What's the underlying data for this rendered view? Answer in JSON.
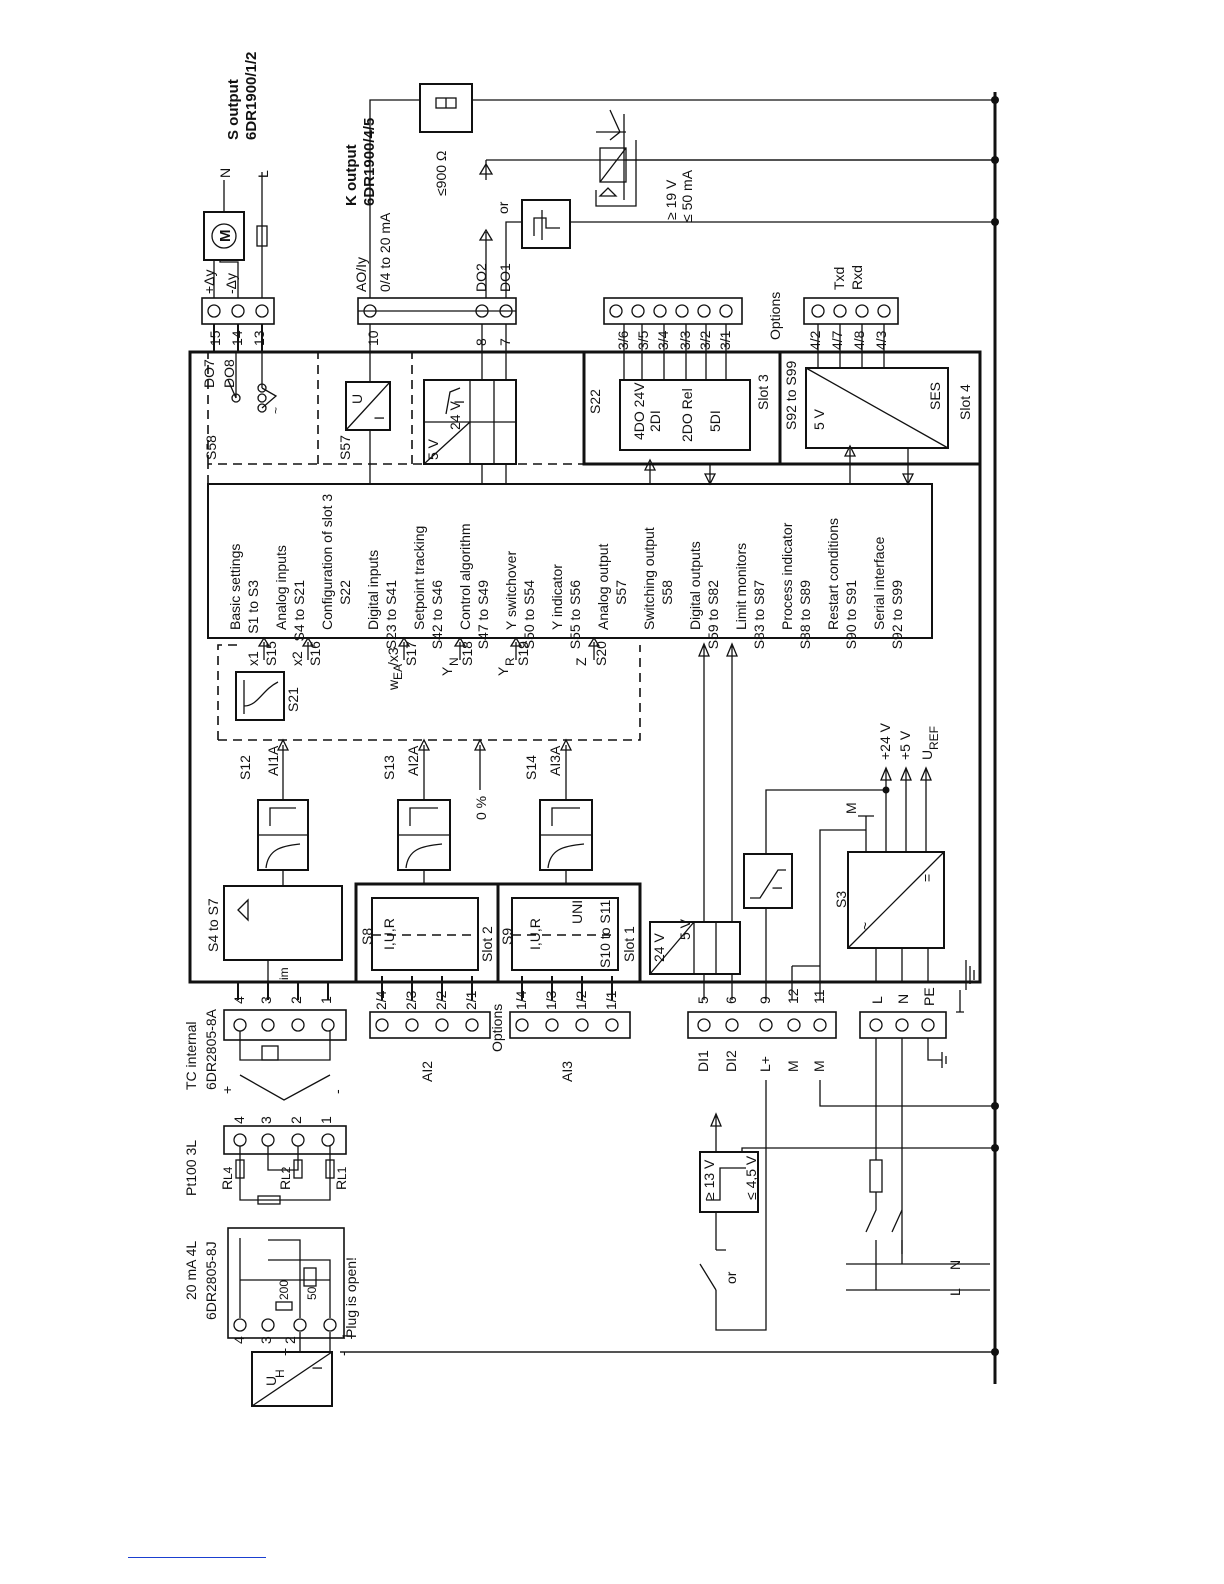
{
  "diagram": {
    "inputs": {
      "ma_4l_title": "20 mA 4L",
      "ma_4l_part": "6DR2805-8J",
      "ma_4l_note": "Plug is open!",
      "ma_4l_r200": "200",
      "ma_4l_r50": "50",
      "uh_label": "U",
      "uh_sub": "H",
      "pt100_title": "Pt100 3L",
      "rl4": "R",
      "rl4_sub": "L4",
      "rl2": "R",
      "rl2_sub": "L2",
      "rl1": "R",
      "rl1_sub": "L1",
      "tc_title": "TC internal",
      "tc_part": "6DR2805-8A",
      "term_4": "4",
      "term_3": "3",
      "term_2": "2",
      "term_1": "1",
      "plus": "+",
      "minus": "-",
      "ai2": "AI2",
      "ai3": "AI3",
      "options": "Options",
      "ai2_terms": [
        "2/4",
        "2/3",
        "2/2",
        "2/1"
      ],
      "ai3_terms": [
        "1/4",
        "1/3",
        "1/2",
        "1/1"
      ]
    },
    "analog": {
      "s4_s7": "S4 to S7",
      "im": "im",
      "s8": "S8",
      "s9": "S9",
      "iur": "I,U,R",
      "uni": "UNI",
      "s10_s11": "S10 to S11",
      "slot2": "Slot 2",
      "slot1": "Slot 1",
      "s12": "S12",
      "s13": "S13",
      "s14": "S14",
      "ai1a": "AI1A",
      "ai2a": "AI2A",
      "ai3a": "AI3A",
      "zero_pct": "0 %",
      "s21": "S21"
    },
    "function_block": {
      "x1": "x1",
      "s15": "S15",
      "x2": "x2",
      "s16": "S16",
      "wea": "w",
      "wea_sub": "EA",
      "wea_x3": "/x3",
      "s17": "S17",
      "yn": "Y",
      "yn_sub": "N",
      "s18": "S18",
      "yr": "Y",
      "yr_sub": "R",
      "s19": "S19",
      "z": "Z",
      "s20": "S20",
      "rows": [
        {
          "name": "Basic settings",
          "range": "S1 to S3"
        },
        {
          "name": "Analog inputs",
          "range": "S4 to S21"
        },
        {
          "name": "Configuration of slot 3",
          "range": "S22"
        },
        {
          "name": "Digital inputs",
          "range": "S23 to S41"
        },
        {
          "name": "Setpoint tracking",
          "range": "S42 to S46"
        },
        {
          "name": "Control algorithm",
          "range": "S47 to S49"
        },
        {
          "name": "Y switchover",
          "range": "S50 to S54"
        },
        {
          "name": "Y indicator",
          "range": "S55 to S56"
        },
        {
          "name": "Analog output",
          "range": "S57"
        },
        {
          "name": "Switching output",
          "range": "S58"
        },
        {
          "name": "Digital outputs",
          "range": "S59 to S82"
        },
        {
          "name": "Limit monitors",
          "range": "S83 to S87"
        },
        {
          "name": "Process indicator",
          "range": "S88 to S89"
        },
        {
          "name": "Restart conditions",
          "range": "S90 to S91"
        },
        {
          "name": "Serial interface",
          "range": "S92 to S99"
        }
      ]
    },
    "outputs": {
      "s58": "S58",
      "do7": "DO7",
      "do8": "DO8",
      "t15": "15",
      "t14": "14",
      "t13": "13",
      "dy_plus": "+Δy",
      "dy_minus": "-Δy",
      "motor": "M",
      "n": "N",
      "l": "L",
      "s_output": "S output",
      "s_output_part": "6DR1900/1/2",
      "s57": "S57",
      "u": "U",
      "i": "I",
      "t10": "10",
      "t8": "8",
      "t7": "7",
      "ao_y": "AO/Iy",
      "ao_range": "0/4 to 20 mA",
      "k_output": "K output",
      "k_output_part": "6DR1900/4/5",
      "do2": "DO2",
      "do1": "DO1",
      "v5": "5 V",
      "v24": "24 V",
      "ohm": "≤900 Ω",
      "or": "or",
      "v19": "≥ 19 V",
      "ma50": "≤ 50 mA"
    },
    "slots": {
      "s22": "S22",
      "slot3_l1": "4DO  24V",
      "slot3_l2": "2DI",
      "slot3_l3": "2DO Rel",
      "slot3_l4": "5DI",
      "slot3": "Slot 3",
      "slot3_terms": [
        "3/6",
        "3/5",
        "3/4",
        "3/3",
        "3/2",
        "3/1"
      ],
      "options": "Options",
      "s92_s99": "S92 to S99",
      "v5": "5 V",
      "ses": "SES",
      "slot4": "Slot 4",
      "slot4_terms": [
        "4/2",
        "4/7",
        "4/8",
        "4/3"
      ],
      "txd": "Txd",
      "rxd": "Rxd"
    },
    "power": {
      "v24": "24 V",
      "v5": "5 V",
      "t5": "5",
      "t6": "6",
      "t9": "9",
      "t12": "12",
      "t11": "11",
      "di1": "DI1",
      "di2": "DI2",
      "lplus": "L+",
      "m1": "M",
      "m2": "M",
      "s3": "S3",
      "m_label": "M",
      "p24": "+24 V",
      "p5": "+5 V",
      "uref": "U",
      "uref_sub": "REF",
      "l": "L",
      "n": "N",
      "pe": "PE",
      "v13": "≥ 13 V",
      "v45": "≤ 4,5 V",
      "or": "or",
      "mains_n": "N",
      "mains_l": "L",
      "i": "I",
      "ac": "~",
      "dc": "="
    }
  }
}
